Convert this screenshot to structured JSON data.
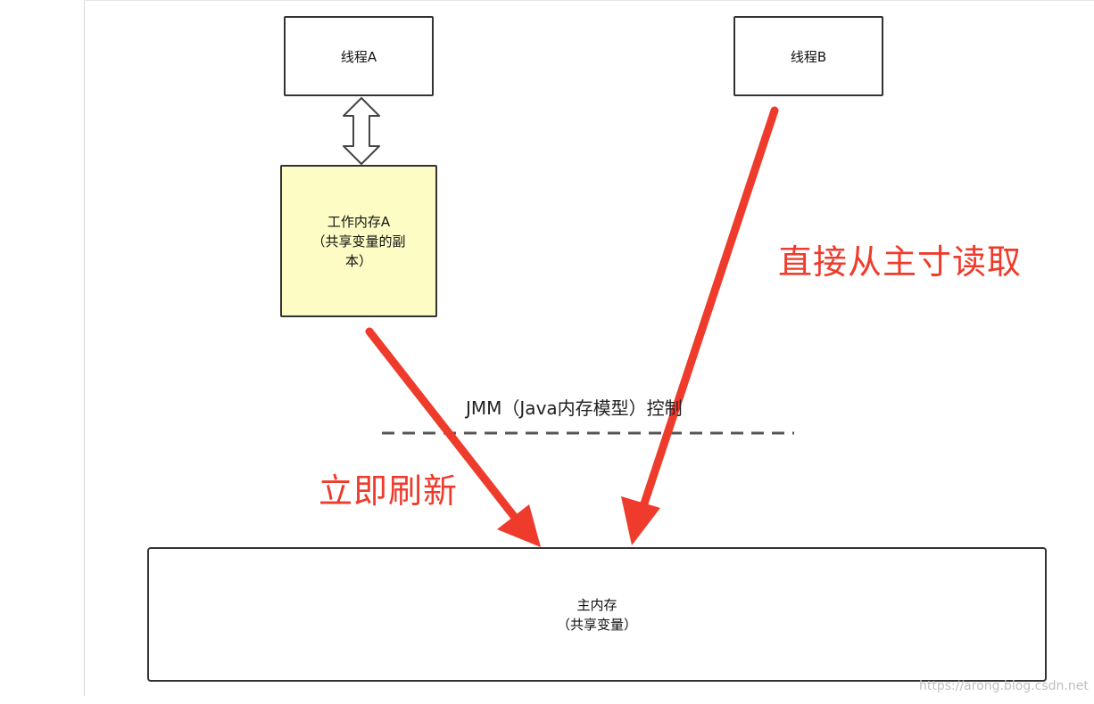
{
  "thread_a": {
    "label": "线程A"
  },
  "thread_b": {
    "label": "线程B"
  },
  "working_memory": {
    "line1": "工作内存A",
    "line2": "（共享变量的副本）"
  },
  "main_memory": {
    "line1": "主内存",
    "line2": "（共享变量）"
  },
  "jmm_label": "JMM（Java内存模型）控制",
  "flush_label": "立即刷新",
  "direct_read_label": "直接从主寸读取",
  "watermark": "https://arong.blog.csdn.net",
  "colors": {
    "arrow_red": "#ee3b2b",
    "working_fill": "#fcfcc4",
    "border": "#333333"
  },
  "icons": [
    "double-headed-arrow-icon",
    "red-arrow-icon"
  ]
}
